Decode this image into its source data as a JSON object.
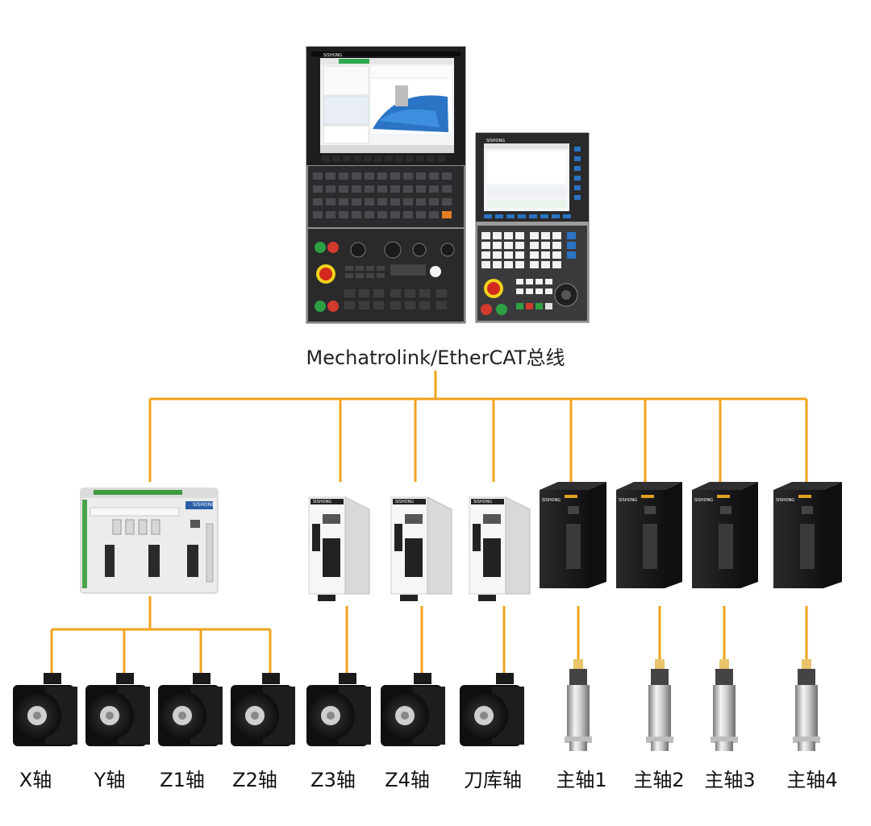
{
  "bus_title": "Mechatrolink/EtherCAT总线",
  "brand": "SISHONG",
  "colors": {
    "bus_line": "#f0a31c",
    "drive_body": "#1b1b1d",
    "servo_body": "#f2f2f2",
    "panel_frame": "#9a9a9a",
    "screen_green": "#2fa84e",
    "screen_blue": "#2a73c5"
  },
  "axes": [
    {
      "label": "X轴"
    },
    {
      "label": "Y轴"
    },
    {
      "label": "Z1轴"
    },
    {
      "label": "Z2轴"
    },
    {
      "label": "Z3轴"
    },
    {
      "label": "Z4轴"
    },
    {
      "label": "刀库轴"
    },
    {
      "label": "主轴1"
    },
    {
      "label": "主轴2"
    },
    {
      "label": "主轴3"
    },
    {
      "label": "主轴4"
    }
  ]
}
